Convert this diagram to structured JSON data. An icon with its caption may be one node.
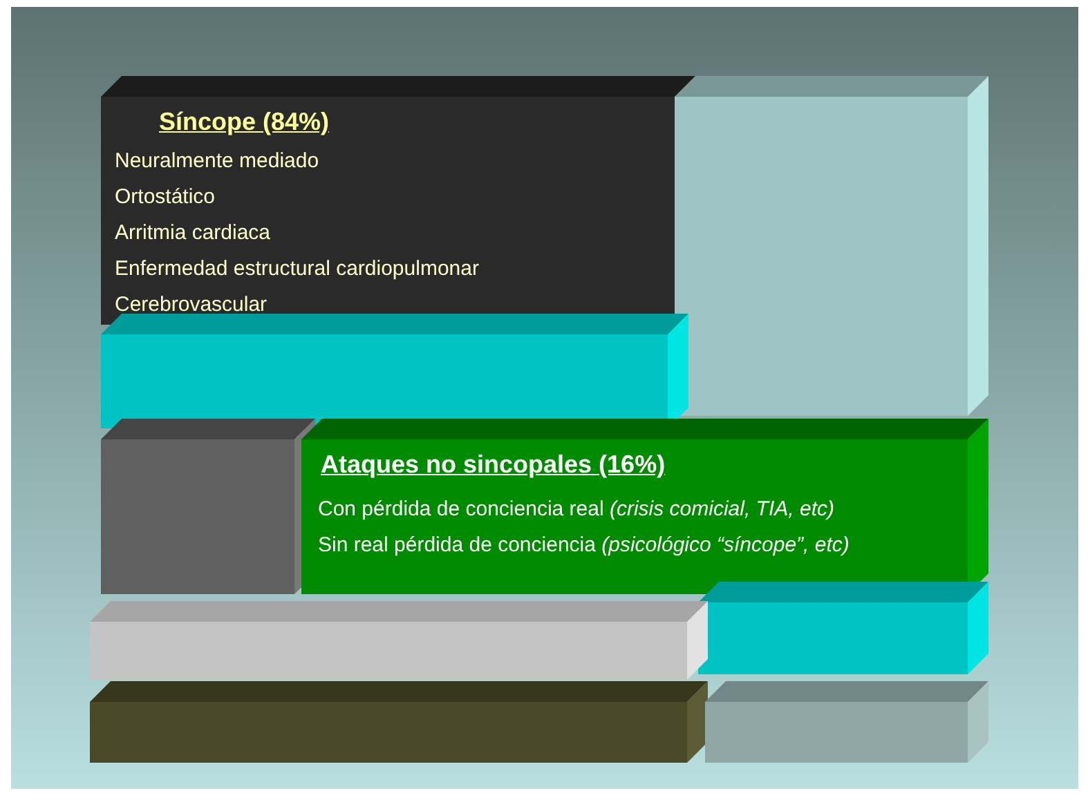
{
  "diagram": {
    "nodes": [
      {
        "text": [
          "Síncope (84%)",
          "Neuralmente mediado",
          "Ortostático",
          "Arritmia cardiaca",
          "Enfermedad estructural cardiopulmonar",
          "Cerebrovascular"
        ]
      },
      {
        "text": [],
        "shape": "box"
      },
      {
        "text": [],
        "shape": "box"
      },
      {
        "text": [],
        "shape": "box"
      },
      {
        "text": [
          "Ataques no sincopales (16%)",
          "Con pérdida de conciencia real *(crisis comicial, TIA, etc)*",
          "Sin real pérdida de conciencia *(psicológico “síncope”, etc)*"
        ]
      },
      {
        "text": [],
        "shape": "box"
      },
      {
        "text": [],
        "shape": "box"
      },
      {
        "text": [],
        "shape": "box"
      },
      {
        "text": [],
        "shape": "box"
      }
    ]
  }
}
